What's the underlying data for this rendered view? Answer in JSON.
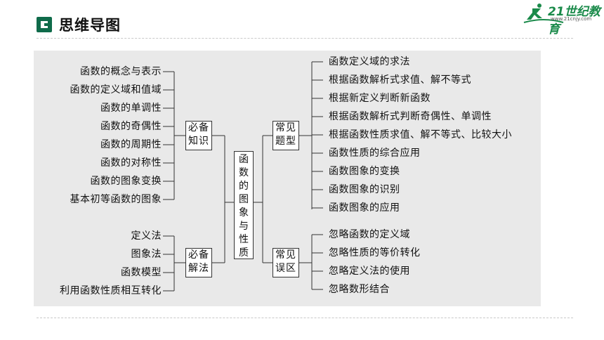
{
  "header": {
    "title": "思维导图"
  },
  "logo": {
    "text": "21世纪教育",
    "url": "www.21cnjy.com"
  },
  "center": {
    "chars": [
      "函",
      "数",
      "的",
      "图",
      "象",
      "与",
      "性",
      "质"
    ]
  },
  "boxes": {
    "knowledge": [
      "必备",
      "知识"
    ],
    "methods": [
      "必备",
      "解法"
    ],
    "types": [
      "常见",
      "题型"
    ],
    "pitfalls": [
      "常见",
      "误区"
    ]
  },
  "knowledge_items": [
    "函数的概念与表示",
    "函数的定义域和值域",
    "函数的单调性",
    "函数的奇偶性",
    "函数的周期性",
    "函数的对称性",
    "函数的图象变换",
    "基本初等函数的图象"
  ],
  "method_items": [
    "定义法",
    "图象法",
    "函数模型",
    "利用函数性质相互转化"
  ],
  "type_items": [
    "函数定义域的求法",
    "根据函数解析式求值、解不等式",
    "根据新定义判断新函数",
    "根据函数解析式判断奇偶性、单调性",
    "根据函数性质求值、解不等式、比较大小",
    "函数性质的综合应用",
    "函数图象的变换",
    "函数图象的识别",
    "函数图象的应用"
  ],
  "pitfall_items": [
    "忽略函数的定义域",
    "忽略性质的等价转化",
    "忽略定义法的使用",
    "忽略数形结合"
  ],
  "colors": {
    "accent": "#0f6b4a",
    "panel": "#e9e9e9",
    "logo": "#1a8a4a"
  }
}
